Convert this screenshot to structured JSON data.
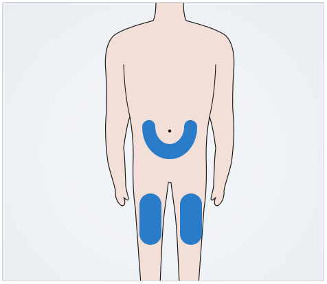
{
  "diagram": {
    "subject": "human-body-front",
    "colors": {
      "background": "#eef1f5",
      "skin": "#f2e0d8",
      "outline": "#1a1a1a",
      "injection_site": "#2a7bc8",
      "navel": "#111111"
    },
    "regions": [
      {
        "id": "abdomen",
        "shape": "crescent"
      },
      {
        "id": "left-thigh",
        "shape": "pill"
      },
      {
        "id": "right-thigh",
        "shape": "pill"
      }
    ]
  }
}
